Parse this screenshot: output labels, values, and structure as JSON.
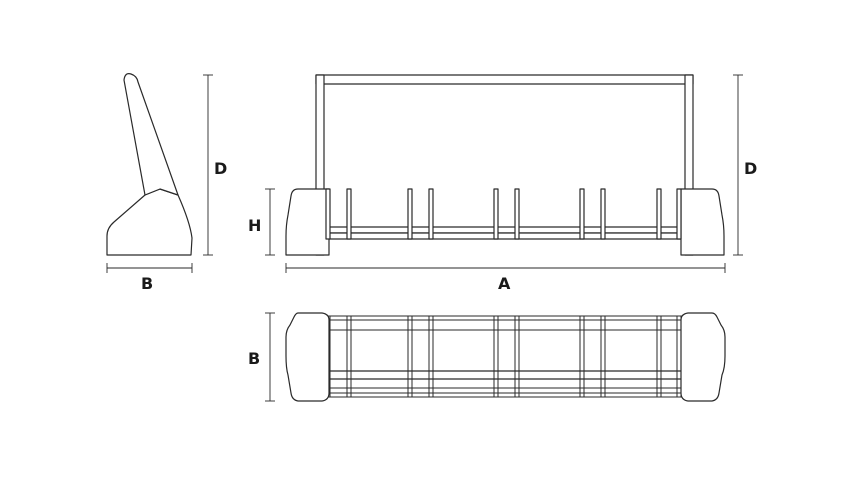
{
  "labels": {
    "side_height": "D",
    "side_depth": "B",
    "front_height": "D",
    "front_rail_height": "H",
    "front_width": "A",
    "top_depth": "B"
  },
  "colors": {
    "line": "#2a2a2a",
    "background": "#ffffff"
  }
}
